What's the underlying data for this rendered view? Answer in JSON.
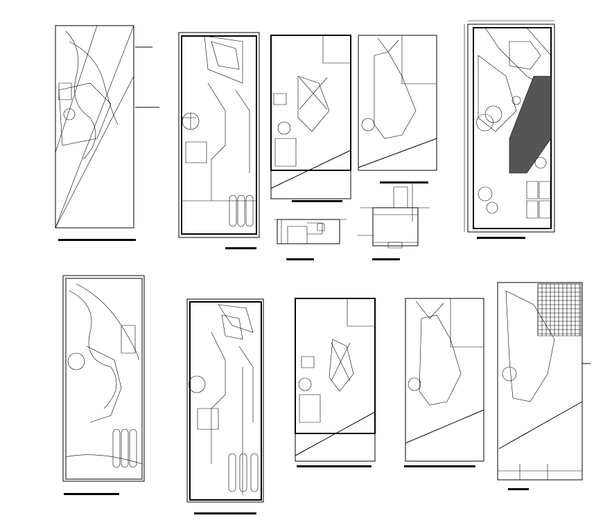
{
  "drawing": {
    "kind": "architectural floor plan sheet",
    "background": "#ffffff",
    "line_color": "#000000",
    "rows": 2,
    "panels_per_row": [
      6,
      5
    ]
  }
}
